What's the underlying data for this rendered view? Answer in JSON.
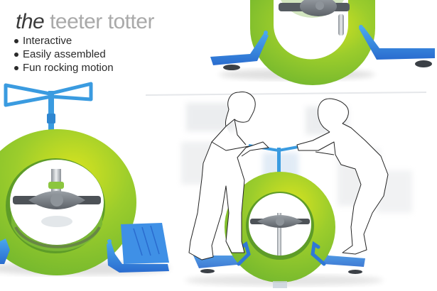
{
  "title": {
    "prefix": "the",
    "name": "teeter totter"
  },
  "features": [
    "Interactive",
    "Easily assembled",
    "Fun rocking motion"
  ],
  "colors": {
    "wheel_green": "#8cc63f",
    "wheel_yellow": "#d4e021",
    "handle_blue": "#3a9be0",
    "footrest_blue": "#2f78d6",
    "hub_gray": "#7a7f86",
    "title_dark": "#3a3a3a",
    "title_light": "#a9a9a9"
  },
  "illustration": {
    "product": "teeter-totter-wheel",
    "figures": [
      "girl-figure",
      "boy-figure"
    ]
  }
}
